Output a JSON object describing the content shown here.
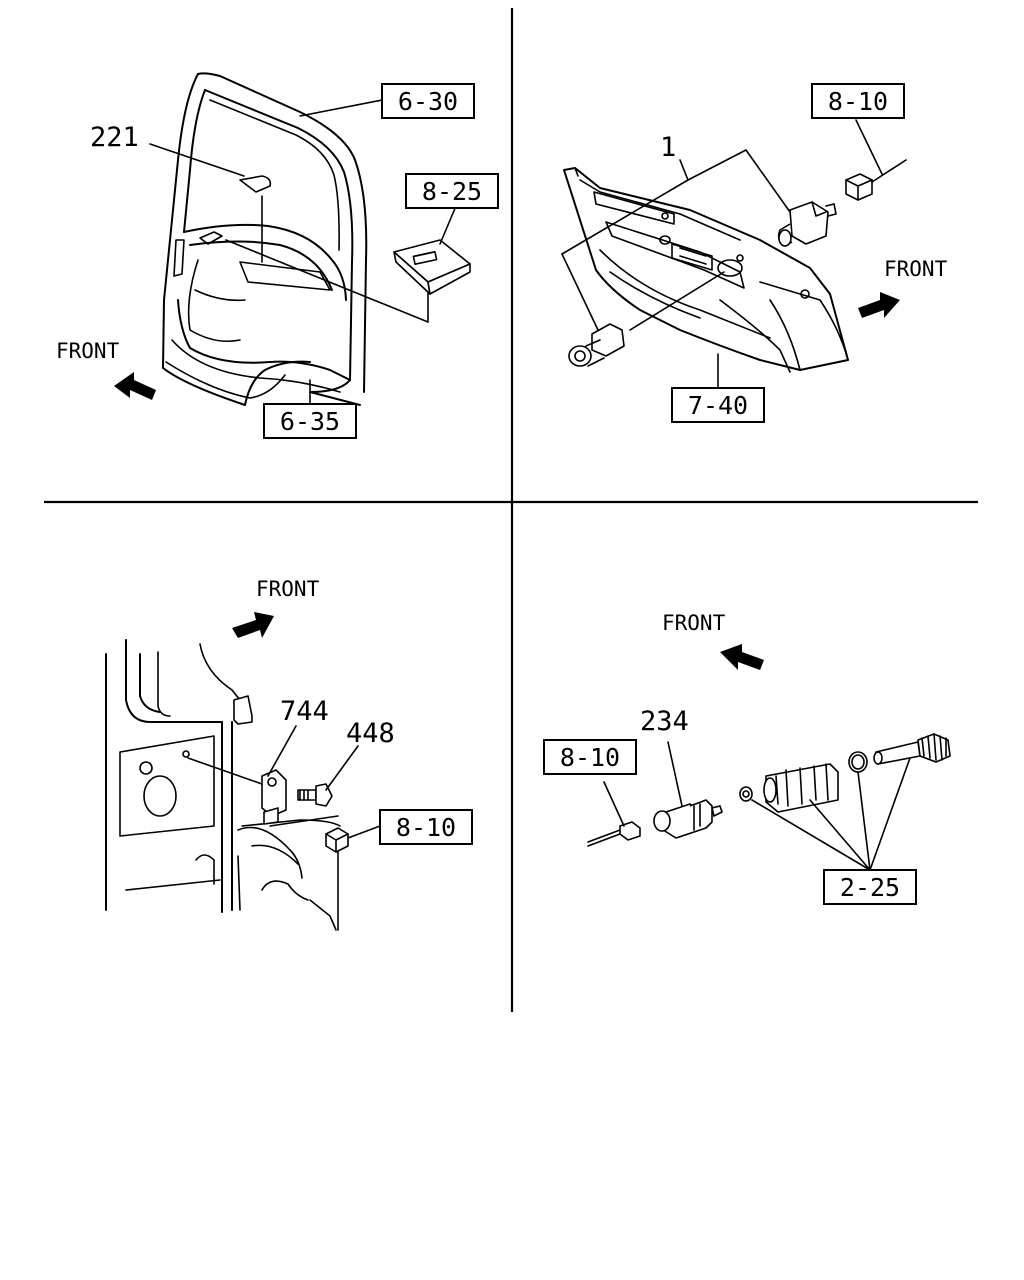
{
  "quadrants": {
    "door_switch": {
      "front_label": "FRONT",
      "part_numbers": [
        "221"
      ],
      "ref_boxes": [
        "6-30",
        "8-25",
        "6-35"
      ]
    },
    "dash_panel": {
      "front_label": "FRONT",
      "part_numbers": [
        "1"
      ],
      "ref_boxes": [
        "8-10",
        "7-40"
      ]
    },
    "cab_sensor": {
      "front_label": "FRONT",
      "part_numbers": [
        "744",
        "448"
      ],
      "ref_boxes": [
        "8-10"
      ]
    },
    "speed_sensor": {
      "front_label": "FRONT",
      "part_numbers": [
        "234"
      ],
      "ref_boxes": [
        "8-10",
        "2-25"
      ]
    }
  }
}
